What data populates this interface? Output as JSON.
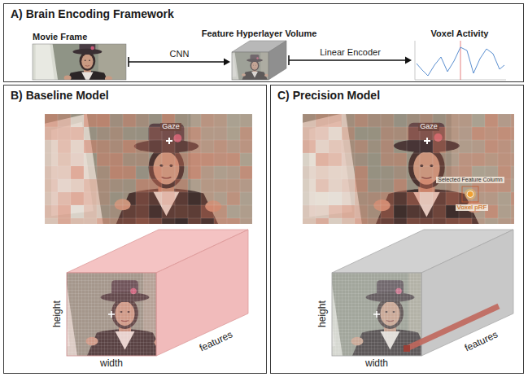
{
  "diagram": {
    "nodes": [
      {
        "text": [
          "A) Brain Encoding Framework"
        ]
      },
      {
        "text": [
          "Movie Frame"
        ],
        "in": 0
      },
      {
        "text": [
          "Feature Hyperlayer Volume"
        ],
        "in": 0
      },
      {
        "text": [
          "Voxel Activity"
        ],
        "in": 0
      },
      {
        "text": [
          "B) Baseline Model"
        ]
      },
      {
        "text": [
          "C) Precision Model"
        ]
      }
    ],
    "edges": [
      {
        "from": 1,
        "to": 2,
        "label": "CNN",
        "arrow": "to"
      },
      {
        "from": 2,
        "to": 3,
        "label": "Linear Encoder",
        "arrow": "to"
      }
    ],
    "labels": [
      "Gaze",
      "height",
      "width",
      "features",
      "Gaze",
      "Selected Feature Column",
      "Voxel pRF",
      "height",
      "width",
      "features"
    ]
  }
}
